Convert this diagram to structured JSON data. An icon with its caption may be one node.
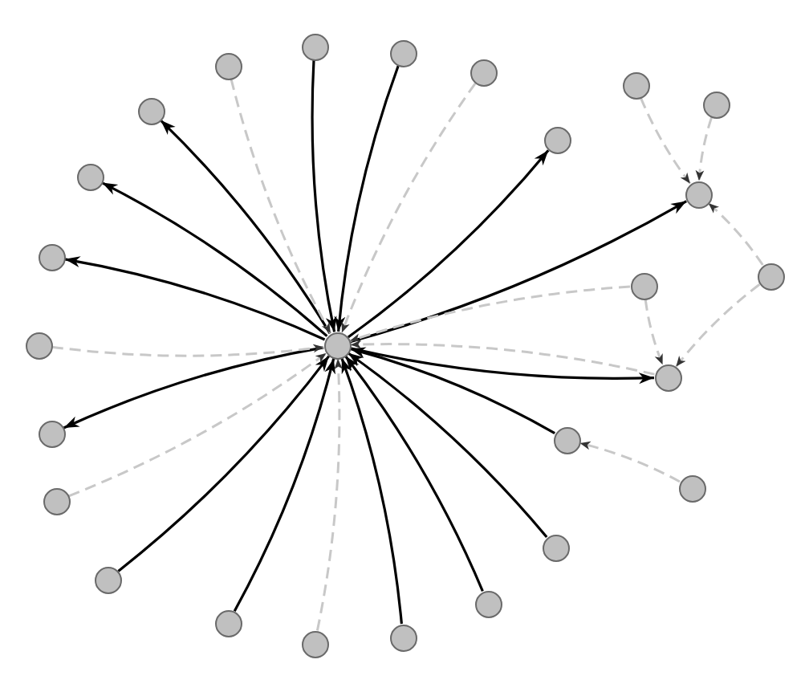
{
  "diagram": {
    "nodes": [
      {
        "text": [],
        "shape": "circle"
      },
      {
        "text": [],
        "shape": "circle"
      },
      {
        "text": [],
        "shape": "circle"
      },
      {
        "text": [],
        "shape": "circle"
      },
      {
        "text": [],
        "shape": "circle"
      },
      {
        "text": [],
        "shape": "circle"
      },
      {
        "text": [],
        "shape": "circle"
      },
      {
        "text": [],
        "shape": "circle"
      },
      {
        "text": [],
        "shape": "circle"
      },
      {
        "text": [],
        "shape": "circle"
      },
      {
        "text": [],
        "shape": "circle"
      },
      {
        "text": [],
        "shape": "circle"
      },
      {
        "text": [],
        "shape": "circle"
      },
      {
        "text": [],
        "shape": "circle"
      },
      {
        "text": [],
        "shape": "circle"
      },
      {
        "text": [],
        "shape": "circle"
      },
      {
        "text": [],
        "shape": "circle"
      },
      {
        "text": [],
        "shape": "circle"
      },
      {
        "text": [],
        "shape": "circle"
      },
      {
        "text": [],
        "shape": "circle"
      },
      {
        "text": [],
        "shape": "circle"
      },
      {
        "text": [],
        "shape": "circle"
      },
      {
        "text": [],
        "shape": "circle"
      },
      {
        "text": [],
        "shape": "circle"
      },
      {
        "text": [],
        "shape": "circle"
      },
      {
        "text": [],
        "shape": "circle"
      }
    ],
    "edges": [
      {
        "from": 0,
        "to": 13,
        "arrow": "to"
      },
      {
        "from": 1,
        "to": 13,
        "arrow": "to"
      },
      {
        "from": 13,
        "to": 6,
        "arrow": "to"
      },
      {
        "from": 13,
        "to": 7,
        "arrow": "to"
      },
      {
        "from": 13,
        "to": 8,
        "arrow": "to"
      },
      {
        "from": 13,
        "to": 9,
        "arrow": "to"
      },
      {
        "from": 13,
        "to": 10,
        "arrow": "to"
      },
      {
        "from": 13,
        "to": 15,
        "arrow": "to"
      },
      {
        "from": 13,
        "to": 16,
        "arrow": "to"
      },
      {
        "from": 17,
        "to": 13,
        "arrow": "to"
      },
      {
        "from": 20,
        "to": 13,
        "arrow": "to"
      },
      {
        "from": 21,
        "to": 13,
        "arrow": "to"
      },
      {
        "from": 22,
        "to": 13,
        "arrow": "to"
      },
      {
        "from": 23,
        "to": 13,
        "arrow": "to"
      },
      {
        "from": 24,
        "to": 13,
        "arrow": "to"
      },
      {
        "from": 2,
        "to": 13,
        "arrow": "to",
        "style": "dashed",
        "color": "#c8c8c8"
      },
      {
        "from": 3,
        "to": 13,
        "arrow": "to",
        "style": "dashed",
        "color": "#c8c8c8"
      },
      {
        "from": 4,
        "to": 9,
        "arrow": "to",
        "style": "dashed",
        "color": "#c8c8c8"
      },
      {
        "from": 5,
        "to": 9,
        "arrow": "to",
        "style": "dashed",
        "color": "#c8c8c8"
      },
      {
        "from": 11,
        "to": 9,
        "arrow": "to",
        "style": "dashed",
        "color": "#c8c8c8"
      },
      {
        "from": 12,
        "to": 13,
        "arrow": "to",
        "style": "dashed",
        "color": "#c8c8c8"
      },
      {
        "from": 12,
        "to": 15,
        "arrow": "to",
        "style": "dashed",
        "color": "#c8c8c8"
      },
      {
        "from": 11,
        "to": 15,
        "arrow": "to",
        "style": "dashed",
        "color": "#c8c8c8"
      },
      {
        "from": 14,
        "to": 13,
        "arrow": "to",
        "style": "dashed",
        "color": "#c8c8c8"
      },
      {
        "from": 15,
        "to": 13,
        "arrow": "to",
        "style": "dashed",
        "color": "#c8c8c8"
      },
      {
        "from": 18,
        "to": 17,
        "arrow": "to",
        "style": "dashed",
        "color": "#c8c8c8"
      },
      {
        "from": 19,
        "to": 13,
        "arrow": "to",
        "style": "dashed",
        "color": "#c8c8c8"
      },
      {
        "from": 25,
        "to": 13,
        "arrow": "to",
        "style": "dashed",
        "color": "#c8c8c8"
      }
    ]
  }
}
